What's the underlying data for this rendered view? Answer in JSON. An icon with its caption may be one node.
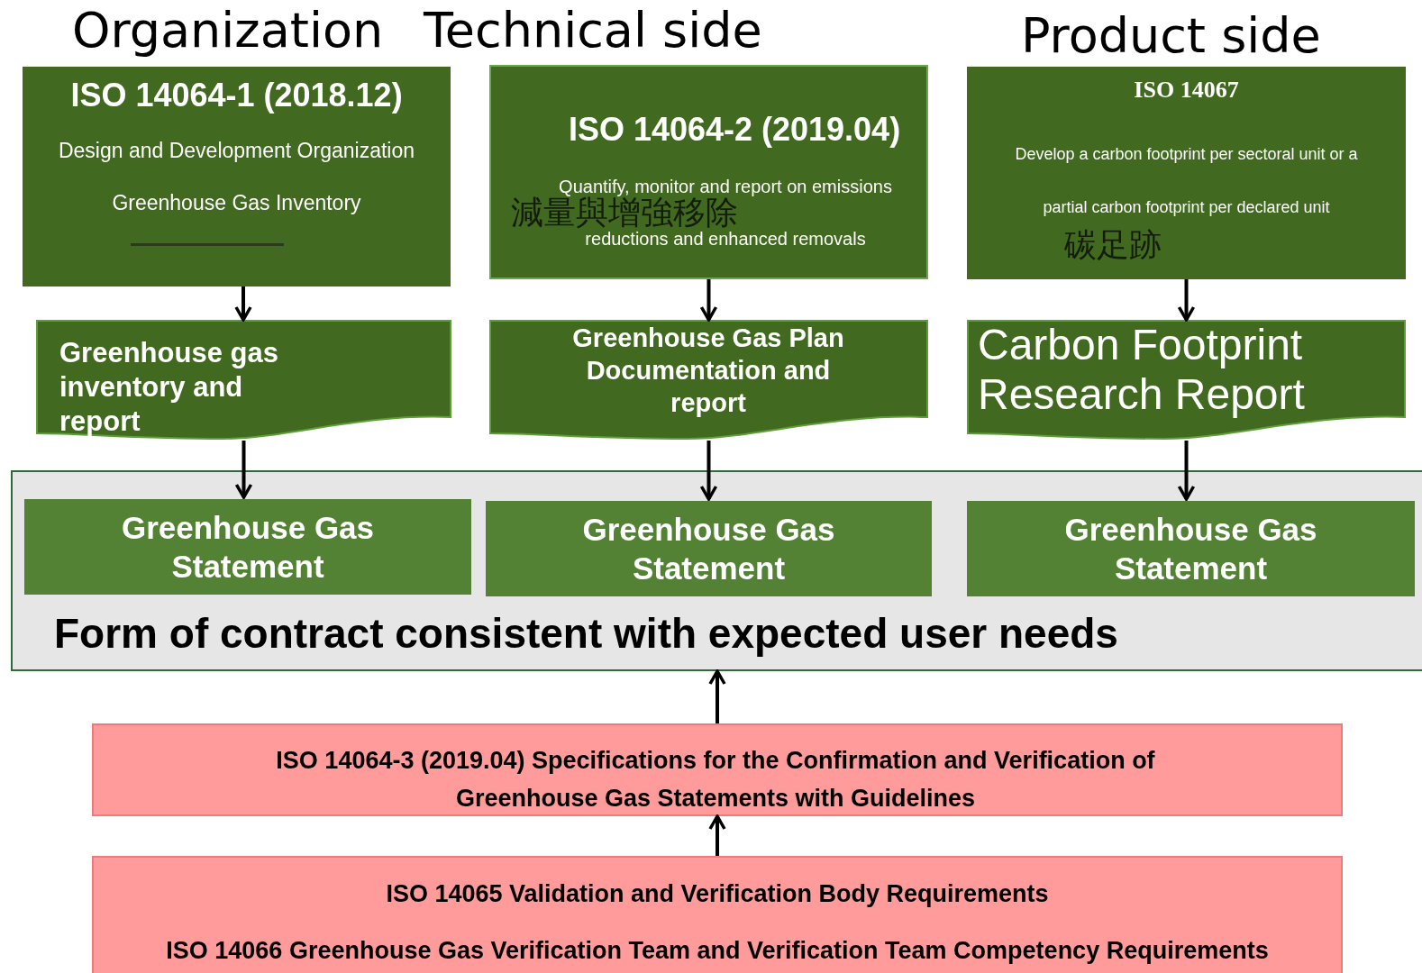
{
  "diagram": {
    "nodes": [
      {
        "text": [
          "ISO 14064-1 (2018.12)",
          "Design and Development Organization",
          "Greenhouse Gas Inventory"
        ]
      },
      {
        "text": [
          "ISO 14064-2 (2019.04)",
          "Quantify, monitor and report on emissions reductions and enhanced removals",
          "減量與增強移除"
        ]
      },
      {
        "text": [
          "ISO 14067",
          "Develop a carbon footprint per sectoral unit or a partial carbon footprint per declared unit",
          "碳足跡"
        ]
      },
      {
        "text": [
          "Greenhouse gas inventory and report"
        ]
      },
      {
        "text": [
          "Greenhouse Gas Plan Documentation and report"
        ]
      },
      {
        "text": [
          "Carbon Footprint Research Report"
        ]
      },
      {
        "text": [
          "Form of contract consistent with expected user needs"
        ]
      },
      {
        "text": [
          "Greenhouse Gas Statement"
        ],
        "in": 6
      },
      {
        "text": [
          "Greenhouse Gas Statement"
        ],
        "in": 6
      },
      {
        "text": [
          "Greenhouse Gas Statement"
        ],
        "in": 6
      },
      {
        "text": [
          "ISO 14064-3 (2019.04) Specifications for the Confirmation and Verification of Greenhouse Gas Statements with Guidelines"
        ]
      },
      {
        "text": [
          "ISO 14065 Validation and Verification Body Requirements",
          "ISO 14066 Greenhouse Gas Verification Team and Verification Team Competency Requirements"
        ]
      }
    ],
    "edges": [
      {
        "from": 0,
        "to": 3,
        "arrow": "to"
      },
      {
        "from": 1,
        "to": 4,
        "arrow": "to"
      },
      {
        "from": 2,
        "to": 5,
        "arrow": "to"
      },
      {
        "from": 3,
        "to": 7,
        "arrow": "to"
      },
      {
        "from": 4,
        "to": 8,
        "arrow": "to"
      },
      {
        "from": 5,
        "to": 9,
        "arrow": "to"
      },
      {
        "from": 10,
        "to": 6,
        "arrow": "to"
      },
      {
        "from": 11,
        "to": 10,
        "arrow": "to"
      }
    ],
    "labels": [
      "Organization",
      "Technical side",
      "Product side"
    ]
  }
}
